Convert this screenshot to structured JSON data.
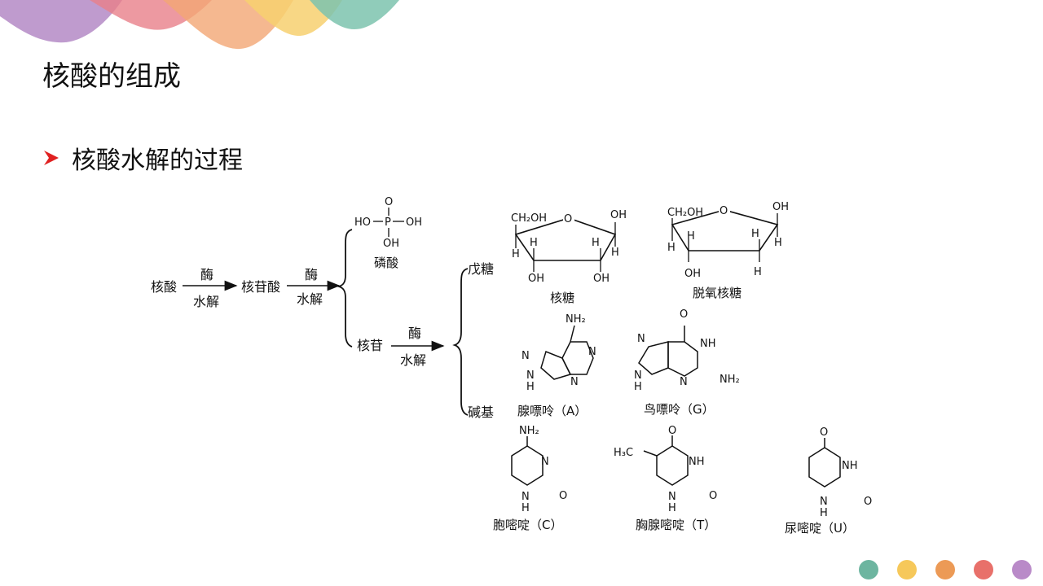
{
  "slide": {
    "title": "核酸的组成",
    "bullet": "核酸水解的过程"
  },
  "flow": {
    "nucleic_acid": "核酸",
    "enzyme": "酶",
    "hydrolysis": "水解",
    "nucleotide": "核苷酸",
    "nucleoside": "核苷",
    "phosphoric_acid": "磷酸",
    "pentose": "戊糖",
    "base": "碱基"
  },
  "phosphate_atoms": {
    "O": "O",
    "HO": "HO",
    "P": "P",
    "OH": "OH"
  },
  "sugars": {
    "ribose": "核糖",
    "deoxyribose": "脱氧核糖",
    "ch2oh": "CH₂OH",
    "OH": "OH",
    "H": "H",
    "O": "O"
  },
  "bases": {
    "adenine": "腺嘌呤（A）",
    "guanine": "鸟嘌呤（G）",
    "cytosine": "胞嘧啶（C）",
    "thymine": "胸腺嘧啶（T）",
    "uracil": "尿嘧啶（U）"
  },
  "atoms": {
    "N": "N",
    "H": "H",
    "NH": "NH",
    "NH2": "NH₂",
    "O": "O",
    "CH3": "H₃C"
  },
  "colors": {
    "bullet_arrow": "#e02020",
    "dots": [
      "#6db5a0",
      "#f6c85a",
      "#ec9a56",
      "#e8706a",
      "#b98ac8"
    ],
    "waves": [
      "#b48ac6",
      "#e8808a",
      "#f2a674",
      "#f7d070",
      "#7cc3ae"
    ]
  }
}
